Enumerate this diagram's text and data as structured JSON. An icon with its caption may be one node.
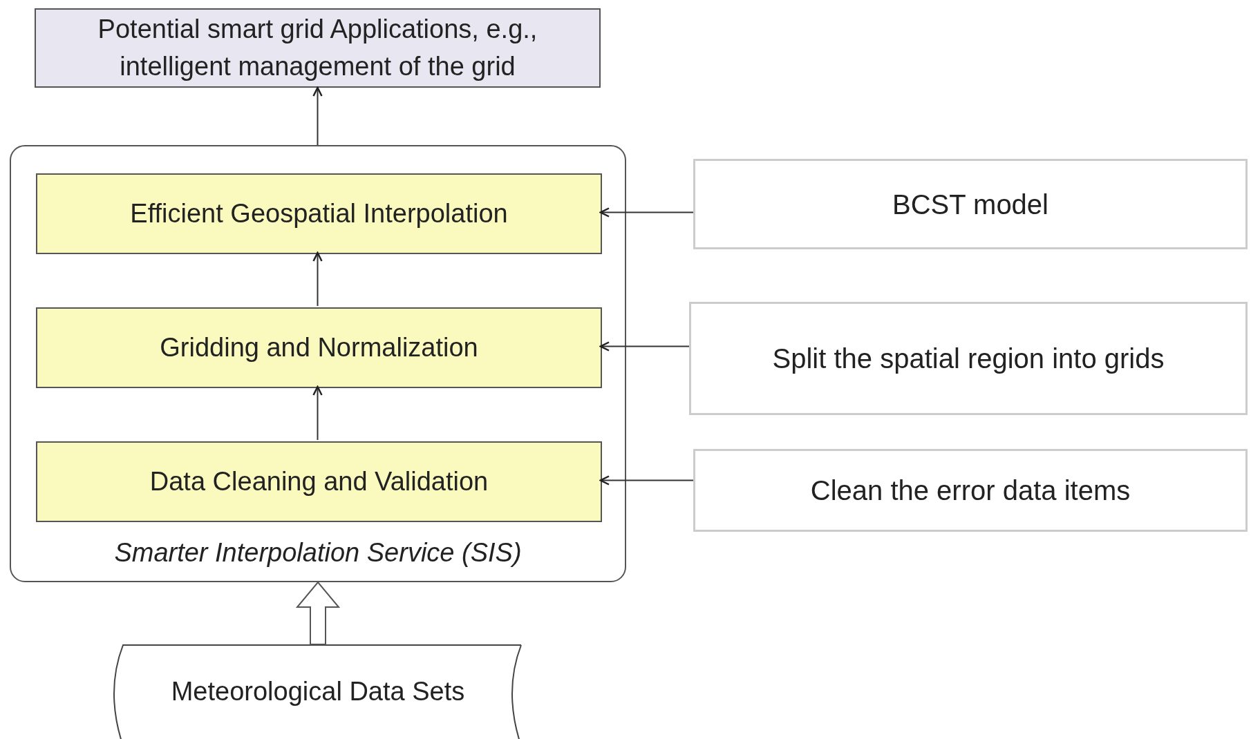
{
  "diagram": {
    "nodes": [
      {
        "text": [
          "Potential smart grid Applications, e.g., intelligent management of the grid"
        ]
      },
      {
        "text": [
          "Smarter Interpolation Service (SIS)"
        ]
      },
      {
        "text": [
          "Efficient Geospatial Interpolation"
        ],
        "in": 1
      },
      {
        "text": [
          "Gridding and Normalization"
        ],
        "in": 1
      },
      {
        "text": [
          "Data Cleaning and Validation"
        ],
        "in": 1
      },
      {
        "text": [
          "Meteorological Data Sets"
        ]
      },
      {
        "text": [
          "BCST model"
        ]
      },
      {
        "text": [
          "Split the spatial region into grids"
        ]
      },
      {
        "text": [
          "Clean the error data items"
        ]
      }
    ],
    "edges": [
      {
        "from": 1,
        "to": 0,
        "arrow": "to"
      },
      {
        "from": 3,
        "to": 2,
        "arrow": "to"
      },
      {
        "from": 4,
        "to": 3,
        "arrow": "to"
      },
      {
        "from": 5,
        "to": 1,
        "arrow": "to",
        "style": "thick"
      },
      {
        "from": 6,
        "to": 2,
        "arrow": "to"
      },
      {
        "from": 7,
        "to": 3,
        "arrow": "to"
      },
      {
        "from": 8,
        "to": 4,
        "arrow": "to"
      }
    ]
  }
}
